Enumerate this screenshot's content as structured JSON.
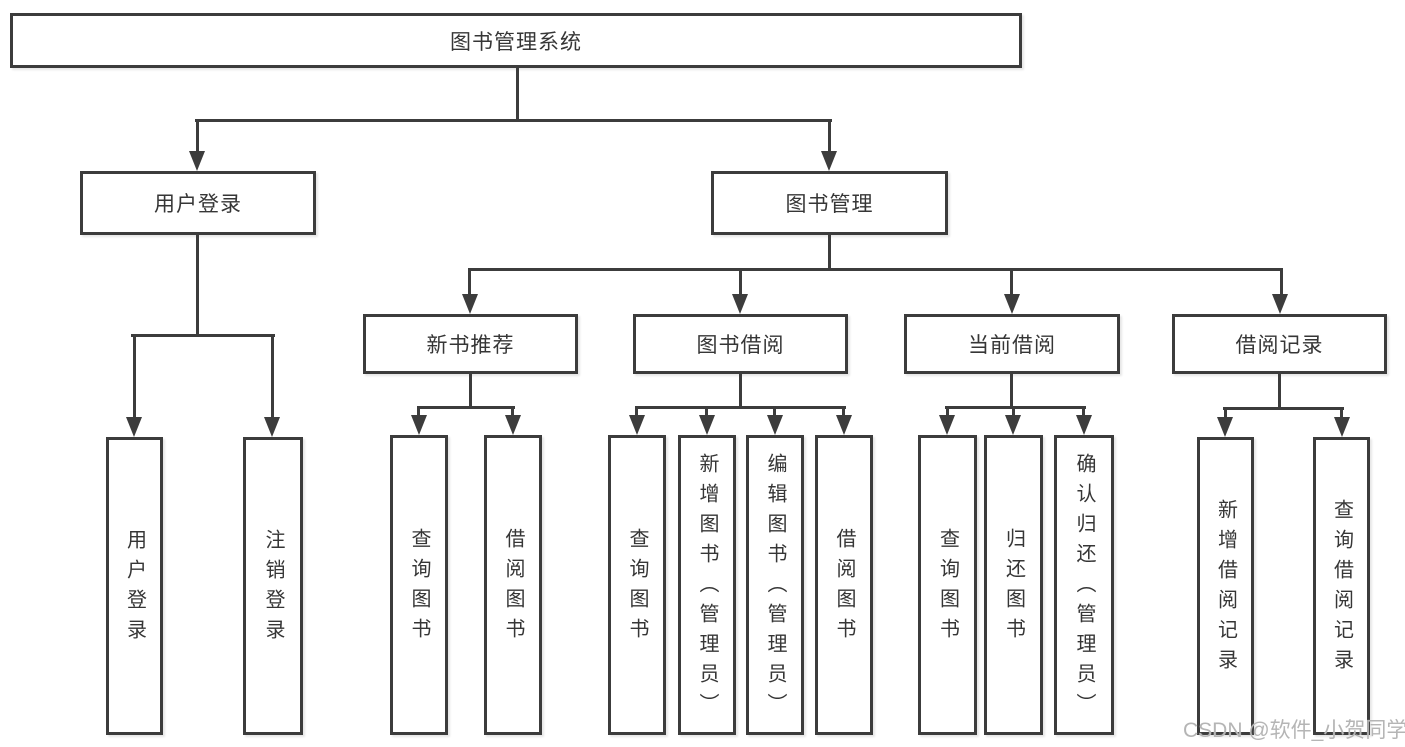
{
  "diagram_title": "图书管理系统",
  "tree": {
    "label": "图书管理系统",
    "children": [
      {
        "label": "用户登录",
        "children": [
          {
            "label": "用户登录"
          },
          {
            "label": "注销登录"
          }
        ]
      },
      {
        "label": "图书管理",
        "children": [
          {
            "label": "新书推荐",
            "children": [
              {
                "label": "查询图书"
              },
              {
                "label": "借阅图书"
              }
            ]
          },
          {
            "label": "图书借阅",
            "children": [
              {
                "label": "查询图书"
              },
              {
                "label": "新增图书（管理员）"
              },
              {
                "label": "编辑图书（管理员）"
              },
              {
                "label": "借阅图书"
              }
            ]
          },
          {
            "label": "当前借阅",
            "children": [
              {
                "label": "查询图书"
              },
              {
                "label": "归还图书"
              },
              {
                "label": "确认归还（管理员）"
              }
            ]
          },
          {
            "label": "借阅记录",
            "children": [
              {
                "label": "新增借阅记录"
              },
              {
                "label": "查询借阅记录"
              }
            ]
          }
        ]
      }
    ]
  },
  "watermark": {
    "text": "CSDN @软件_小贺同学"
  },
  "colors": {
    "line": "#3c3c3c",
    "text": "#363636",
    "background": "#ffffff",
    "watermark": "#b5b5b5"
  }
}
